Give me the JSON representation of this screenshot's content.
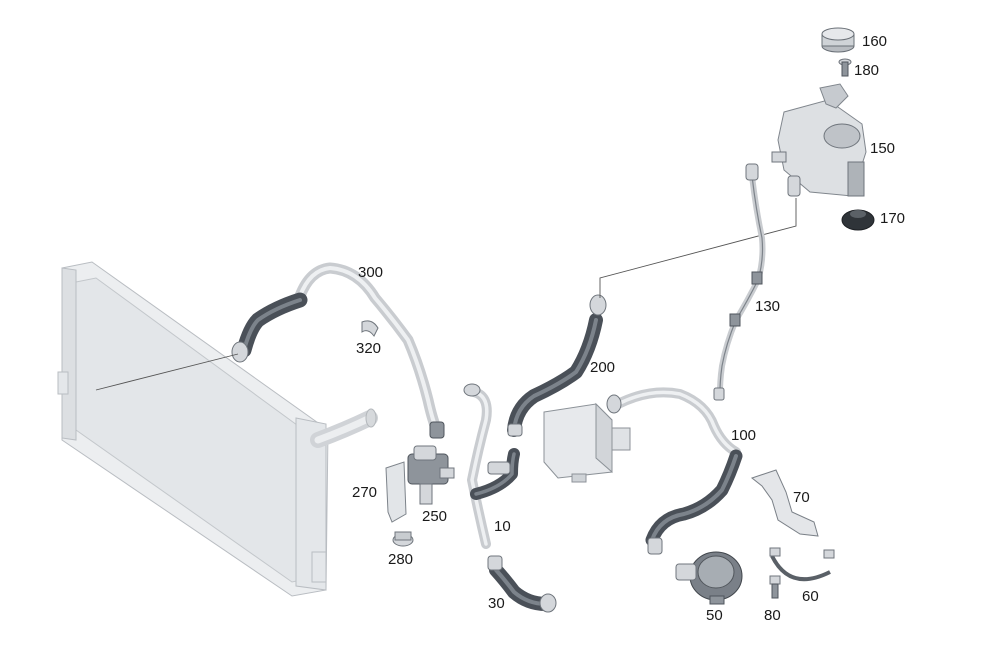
{
  "diagram": {
    "type": "exploded-parts-view",
    "parts": [
      {
        "id": "p10",
        "label": "10"
      },
      {
        "id": "p30",
        "label": "30"
      },
      {
        "id": "p50",
        "label": "50"
      },
      {
        "id": "p60",
        "label": "60"
      },
      {
        "id": "p70",
        "label": "70"
      },
      {
        "id": "p80",
        "label": "80"
      },
      {
        "id": "p100",
        "label": "100"
      },
      {
        "id": "p130",
        "label": "130"
      },
      {
        "id": "p150",
        "label": "150"
      },
      {
        "id": "p160",
        "label": "160"
      },
      {
        "id": "p170",
        "label": "170"
      },
      {
        "id": "p180",
        "label": "180"
      },
      {
        "id": "p200",
        "label": "200"
      },
      {
        "id": "p250",
        "label": "250"
      },
      {
        "id": "p270",
        "label": "270"
      },
      {
        "id": "p280",
        "label": "280"
      },
      {
        "id": "p300",
        "label": "300"
      },
      {
        "id": "p320",
        "label": "320"
      }
    ],
    "colors": {
      "hose_dark": "#4a5058",
      "hose_light": "#c9ccd0",
      "radiator": "#eceef0",
      "label_text": "#1a1a1a"
    }
  }
}
